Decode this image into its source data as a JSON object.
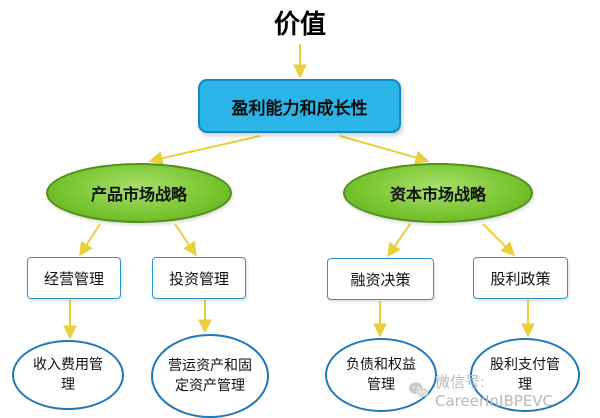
{
  "title": "价值",
  "root": "盈利能力和成长性",
  "strategies": {
    "left": "产品市场战略",
    "right": "资本市场战略"
  },
  "management": {
    "operating": "经营管理",
    "investment": "投资管理",
    "financing": "融资决策",
    "dividend": "股利政策"
  },
  "leaves": {
    "income_expense": "收入费用管理",
    "assets": "营运资产和固定资产管理",
    "liabilities_equity": "负债和权益管理",
    "dividend_payout": "股利支付管理"
  },
  "watermark": {
    "icon": "wechat-icon",
    "text": "微信号: CareerInIBPEVC"
  },
  "colors": {
    "root_fill": "#2ab4e8",
    "ellipse_fill": "#77c42f",
    "arrow": "#e8cf3b",
    "box_border": "#2b95cf",
    "leaf_border": "#1f78b8"
  }
}
